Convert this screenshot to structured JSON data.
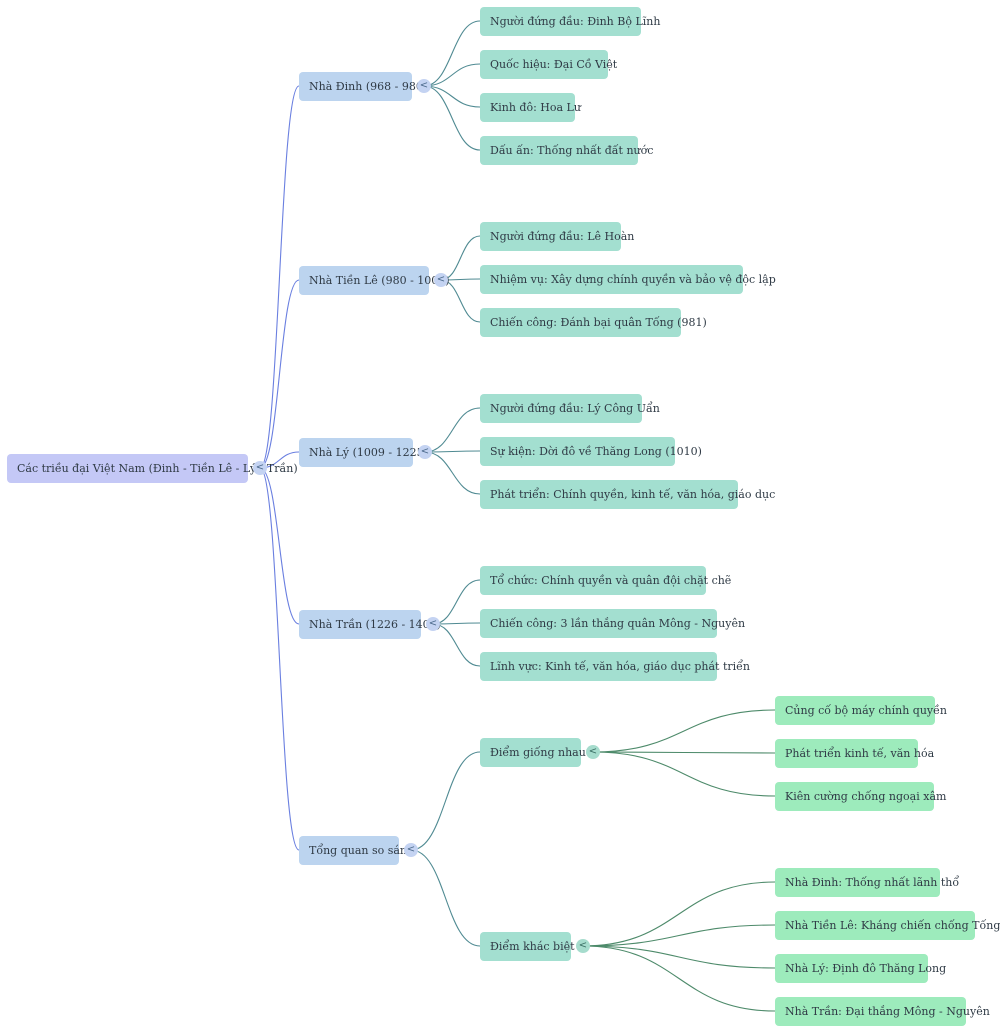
{
  "root": {
    "label": "Các triều đại Việt Nam (Đinh - Tiền Lê - Lý - Trần)",
    "toggle": "<",
    "children": [
      {
        "label": "Nhà Đinh (968 - 980)",
        "toggle": "<",
        "children": [
          {
            "label": "Người đứng đầu: Đinh Bộ Lĩnh"
          },
          {
            "label": "Quốc hiệu: Đại Cồ Việt"
          },
          {
            "label": "Kinh đô: Hoa Lư"
          },
          {
            "label": "Dấu ấn: Thống nhất đất nước"
          }
        ]
      },
      {
        "label": "Nhà Tiền Lê (980 - 1009)",
        "toggle": "<",
        "children": [
          {
            "label": "Người đứng đầu: Lê Hoàn"
          },
          {
            "label": "Nhiệm vụ: Xây dựng chính quyền và bảo vệ độc lập"
          },
          {
            "label": "Chiến công: Đánh bại quân Tống (981)"
          }
        ]
      },
      {
        "label": "Nhà Lý (1009 - 1225)",
        "toggle": "<",
        "children": [
          {
            "label": "Người đứng đầu: Lý Công Uẩn"
          },
          {
            "label": "Sự kiện: Dời đô về Thăng Long (1010)"
          },
          {
            "label": "Phát triển: Chính quyền, kinh tế, văn hóa, giáo dục"
          }
        ]
      },
      {
        "label": "Nhà Trần (1226 - 1400)",
        "toggle": "<",
        "children": [
          {
            "label": "Tổ chức: Chính quyền và quân đội chặt chẽ"
          },
          {
            "label": "Chiến công: 3 lần thắng quân Mông - Nguyên"
          },
          {
            "label": "Lĩnh vực: Kinh tế, văn hóa, giáo dục phát triển"
          }
        ]
      },
      {
        "label": "Tổng quan so sánh",
        "toggle": "<",
        "children": [
          {
            "label": "Điểm giống nhau",
            "toggle": "<",
            "children": [
              {
                "label": "Củng cố bộ máy chính quyền"
              },
              {
                "label": "Phát triển kinh tế, văn hóa"
              },
              {
                "label": "Kiên cường chống ngoại xâm"
              }
            ]
          },
          {
            "label": "Điểm khác biệt",
            "toggle": "<",
            "children": [
              {
                "label": "Nhà Đinh: Thống nhất lãnh thổ"
              },
              {
                "label": "Nhà Tiền Lê: Kháng chiến chống Tống"
              },
              {
                "label": "Nhà Lý: Định đô Thăng Long"
              },
              {
                "label": "Nhà Trần: Đại thắng Mông - Nguyên"
              }
            ]
          }
        ]
      }
    ]
  },
  "colors": {
    "root": "#c4c8f6",
    "level1": "#bcd4ef",
    "level2": "#a3dfd0",
    "level3": "#9debbc",
    "edge_blue": "#6a7fe0",
    "edge_teal": "#4f8a92",
    "edge_green": "#4d8a6a"
  }
}
